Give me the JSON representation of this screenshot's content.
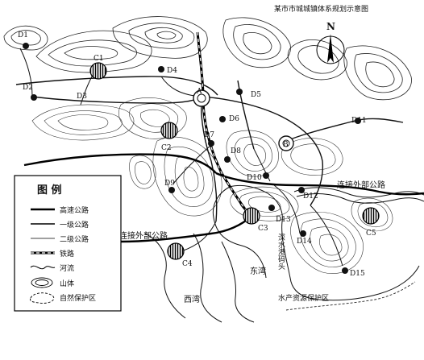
{
  "title": "某市市城城镇体系规划示意图",
  "north_label": "N",
  "legend": {
    "heading": "图   例",
    "items": [
      {
        "key": "highway",
        "label": "高速公路"
      },
      {
        "key": "primary",
        "label": "一级公路"
      },
      {
        "key": "secondary",
        "label": "二级公路"
      },
      {
        "key": "railway",
        "label": "铁路"
      },
      {
        "key": "river",
        "label": "河流"
      },
      {
        "key": "mountain",
        "label": "山体"
      },
      {
        "key": "reserve",
        "label": "自然保护区"
      }
    ]
  },
  "places": {
    "D1": "D1",
    "D2": "D2",
    "D3": "D3",
    "D4": "D4",
    "D5": "D5",
    "D6": "D6",
    "D7": "D7",
    "D8": "D8",
    "D9": "D9",
    "D10": "D10",
    "D11": "D11",
    "D12": "D12",
    "D13": "D13",
    "D14": "D14",
    "D15": "D15",
    "C1": "C1",
    "C2": "C2",
    "C3": "C3",
    "C4": "C4",
    "C5": "C5",
    "A": "A",
    "B": "B"
  },
  "annotations": {
    "ext_road_east": "连接外部公路",
    "ext_road_west": "连接外部公路",
    "deep_port": "深水港码头",
    "east_bay": "东湾",
    "west_bay": "西湾",
    "aqua_reserve": "水产资源保护区"
  }
}
